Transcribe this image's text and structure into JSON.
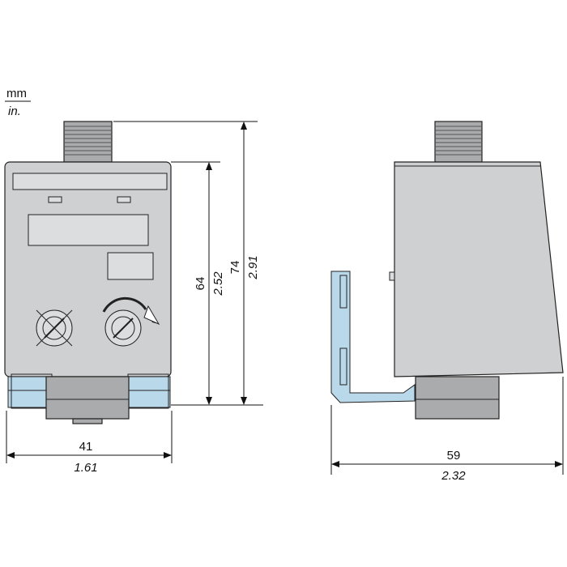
{
  "units": {
    "primary": "mm",
    "secondary": "in."
  },
  "front_view": {
    "width_mm": "41",
    "width_in": "1.61",
    "body_height_mm": "64",
    "body_height_in": "2.52",
    "total_height_mm": "74",
    "total_height_in": "2.91"
  },
  "side_view": {
    "depth_mm": "59",
    "depth_in": "2.32"
  },
  "colors": {
    "body": "#cfd0d2",
    "dark_parts": "#a9abad",
    "rail": "#b9d8ea",
    "lines": "#111111"
  }
}
